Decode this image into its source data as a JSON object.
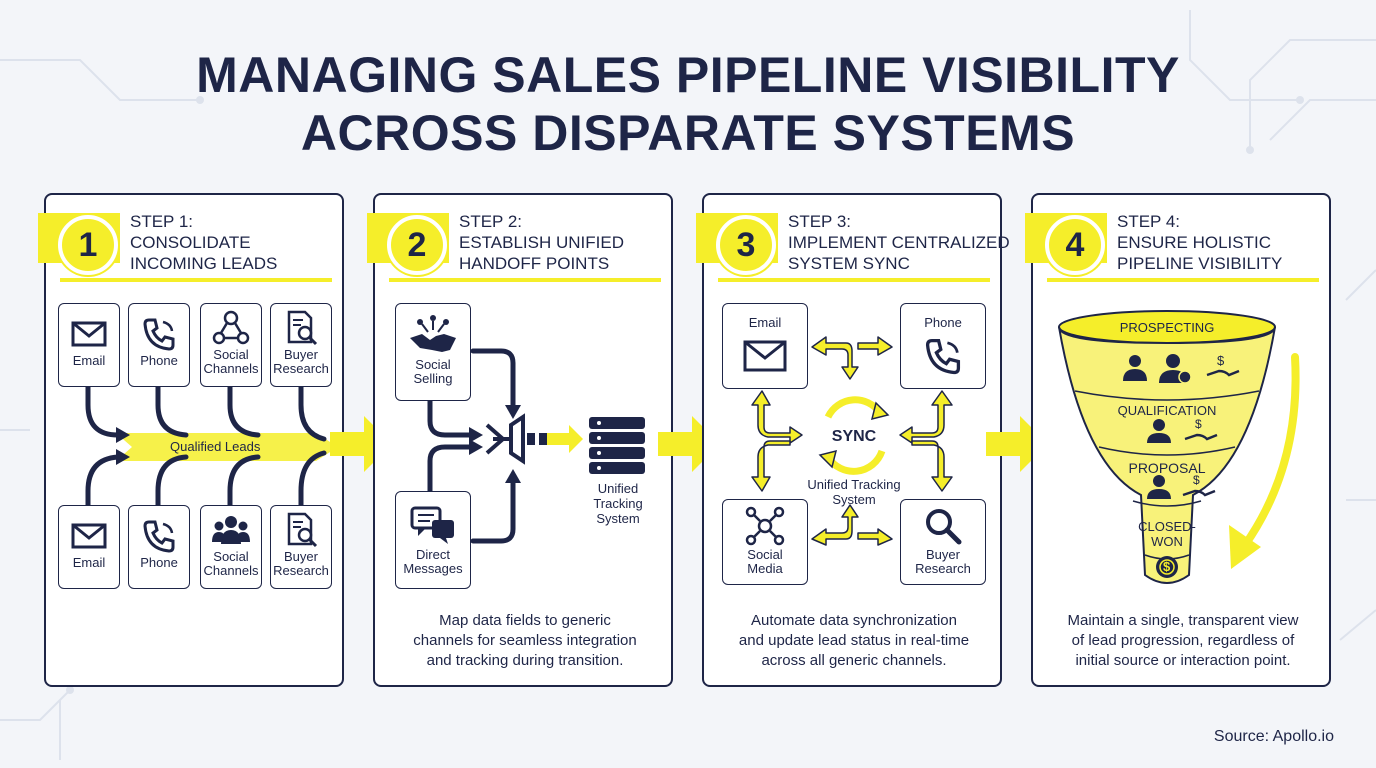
{
  "title": {
    "line1": "MANAGING SALES PIPELINE VISIBILITY",
    "line2": "ACROSS DISPARATE SYSTEMS"
  },
  "steps": [
    {
      "number": "1",
      "label": "STEP 1:",
      "line1": "CONSOLIDATE",
      "line2": "INCOMING LEADS",
      "sources_top": [
        {
          "l1": "Email",
          "l2": ""
        },
        {
          "l1": "Phone",
          "l2": ""
        },
        {
          "l1": "Social",
          "l2": "Channels"
        },
        {
          "l1": "Buyer",
          "l2": "Research"
        }
      ],
      "sources_bottom": [
        {
          "l1": "Email",
          "l2": ""
        },
        {
          "l1": "Phone",
          "l2": ""
        },
        {
          "l1": "Social",
          "l2": "Channels"
        },
        {
          "l1": "Buyer",
          "l2": "Research"
        }
      ],
      "band_label": "Qualified Leads"
    },
    {
      "number": "2",
      "label": "STEP 2:",
      "line1": "ESTABLISH UNIFIED",
      "line2": "HANDOFF POINTS",
      "source_a": {
        "l1": "Social",
        "l2": "Selling"
      },
      "source_b": {
        "l1": "Direct",
        "l2": "Messages"
      },
      "target": {
        "l1": "Unified",
        "l2": "Tracking",
        "l3": "System"
      },
      "desc": [
        "Map data fields to generic",
        "channels for seamless integration",
        "and tracking during transition."
      ]
    },
    {
      "number": "3",
      "label": "STEP 3:",
      "line1": "IMPLEMENT CENTRALIZED",
      "line2": "SYSTEM SYNC",
      "nodes": {
        "tl": {
          "l1": "Email",
          "l2": ""
        },
        "tr": {
          "l1": "Phone",
          "l2": ""
        },
        "bl": {
          "l1": "Social",
          "l2": "Media"
        },
        "br": {
          "l1": "Buyer",
          "l2": "Research"
        }
      },
      "center": "SYNC",
      "center_label": {
        "l1": "Unified Tracking",
        "l2": "System"
      },
      "desc": [
        "Automate data synchronization",
        "and update lead status in real-time",
        "across all generic channels."
      ]
    },
    {
      "number": "4",
      "label": "STEP 4:",
      "line1": "ENSURE HOLISTIC",
      "line2": "PIPELINE VISIBILITY",
      "funnel": {
        "stage1": "PROSPECTING",
        "stage2": "QUALIFICATION",
        "stage3": "PROPOSAL",
        "stage4_l1": "CLOSED-",
        "stage4_l2": "WON"
      },
      "desc": [
        "Maintain a single, transparent view",
        "of lead progression, regardless of",
        "initial source or interaction point."
      ]
    }
  ],
  "source": "Source: Apollo.io",
  "colors": {
    "navy": "#1e2547",
    "yellow": "#f5ee2a",
    "background": "#f3f5f9"
  }
}
